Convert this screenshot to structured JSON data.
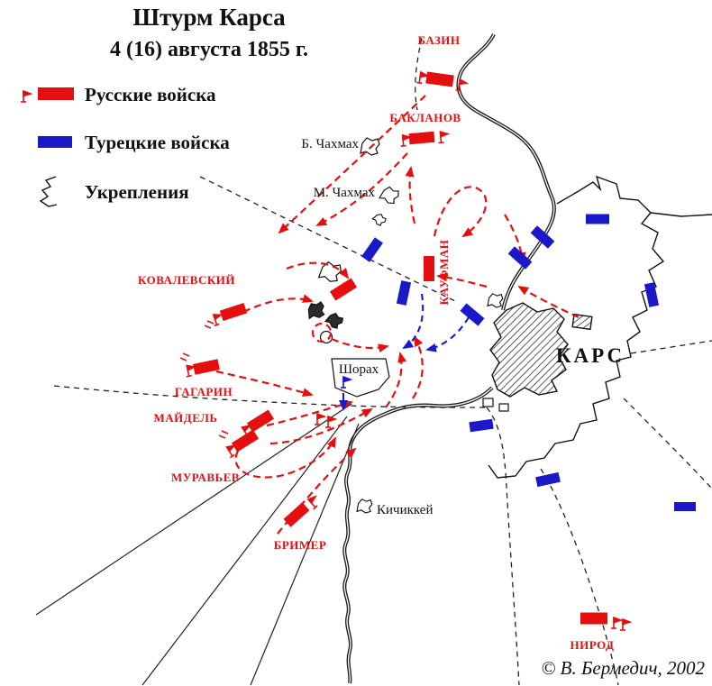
{
  "title": {
    "line1": "Штурм Карса",
    "line2": "4 (16) августа 1855 г."
  },
  "legend": {
    "russian_label": "Русские войска",
    "turkish_label": "Турецкие войска",
    "fortifications_label": "Укрепления"
  },
  "colors": {
    "russian": "#e50f0f",
    "turkish": "#1a18c9",
    "ink": "#111111"
  },
  "symbols": {
    "russian_unit": "red rectangle with pennant flags",
    "turkish_unit": "blue rectangle",
    "fortification": "jagged outline",
    "city": "hatched polygon",
    "river": "double wavy line",
    "road": "dashed or solid line",
    "attack": "dashed arrow"
  },
  "commander_labels": {
    "bazin": "БАЗИН",
    "baklanov": "БАКЛАНОВ",
    "kovalevsky": "КОВАЛЕВСКИЙ",
    "kaufman": "КАУФМАН",
    "gagarin": "ГАГАРИН",
    "maydel": "МАЙДЕЛЬ",
    "muravyov": "МУРАВЬЕВ",
    "brimer": "БРИМЕР",
    "nirod": "НИРОД"
  },
  "place_labels": {
    "b_chakhmakh": "Б. Чахмах",
    "m_chakhmakh": "М. Чахмах",
    "shorakh": "Шорах",
    "kars": "КАРС",
    "kichikkey": "Кичиккей"
  },
  "copyright": "© В. Бермедич, 2002"
}
